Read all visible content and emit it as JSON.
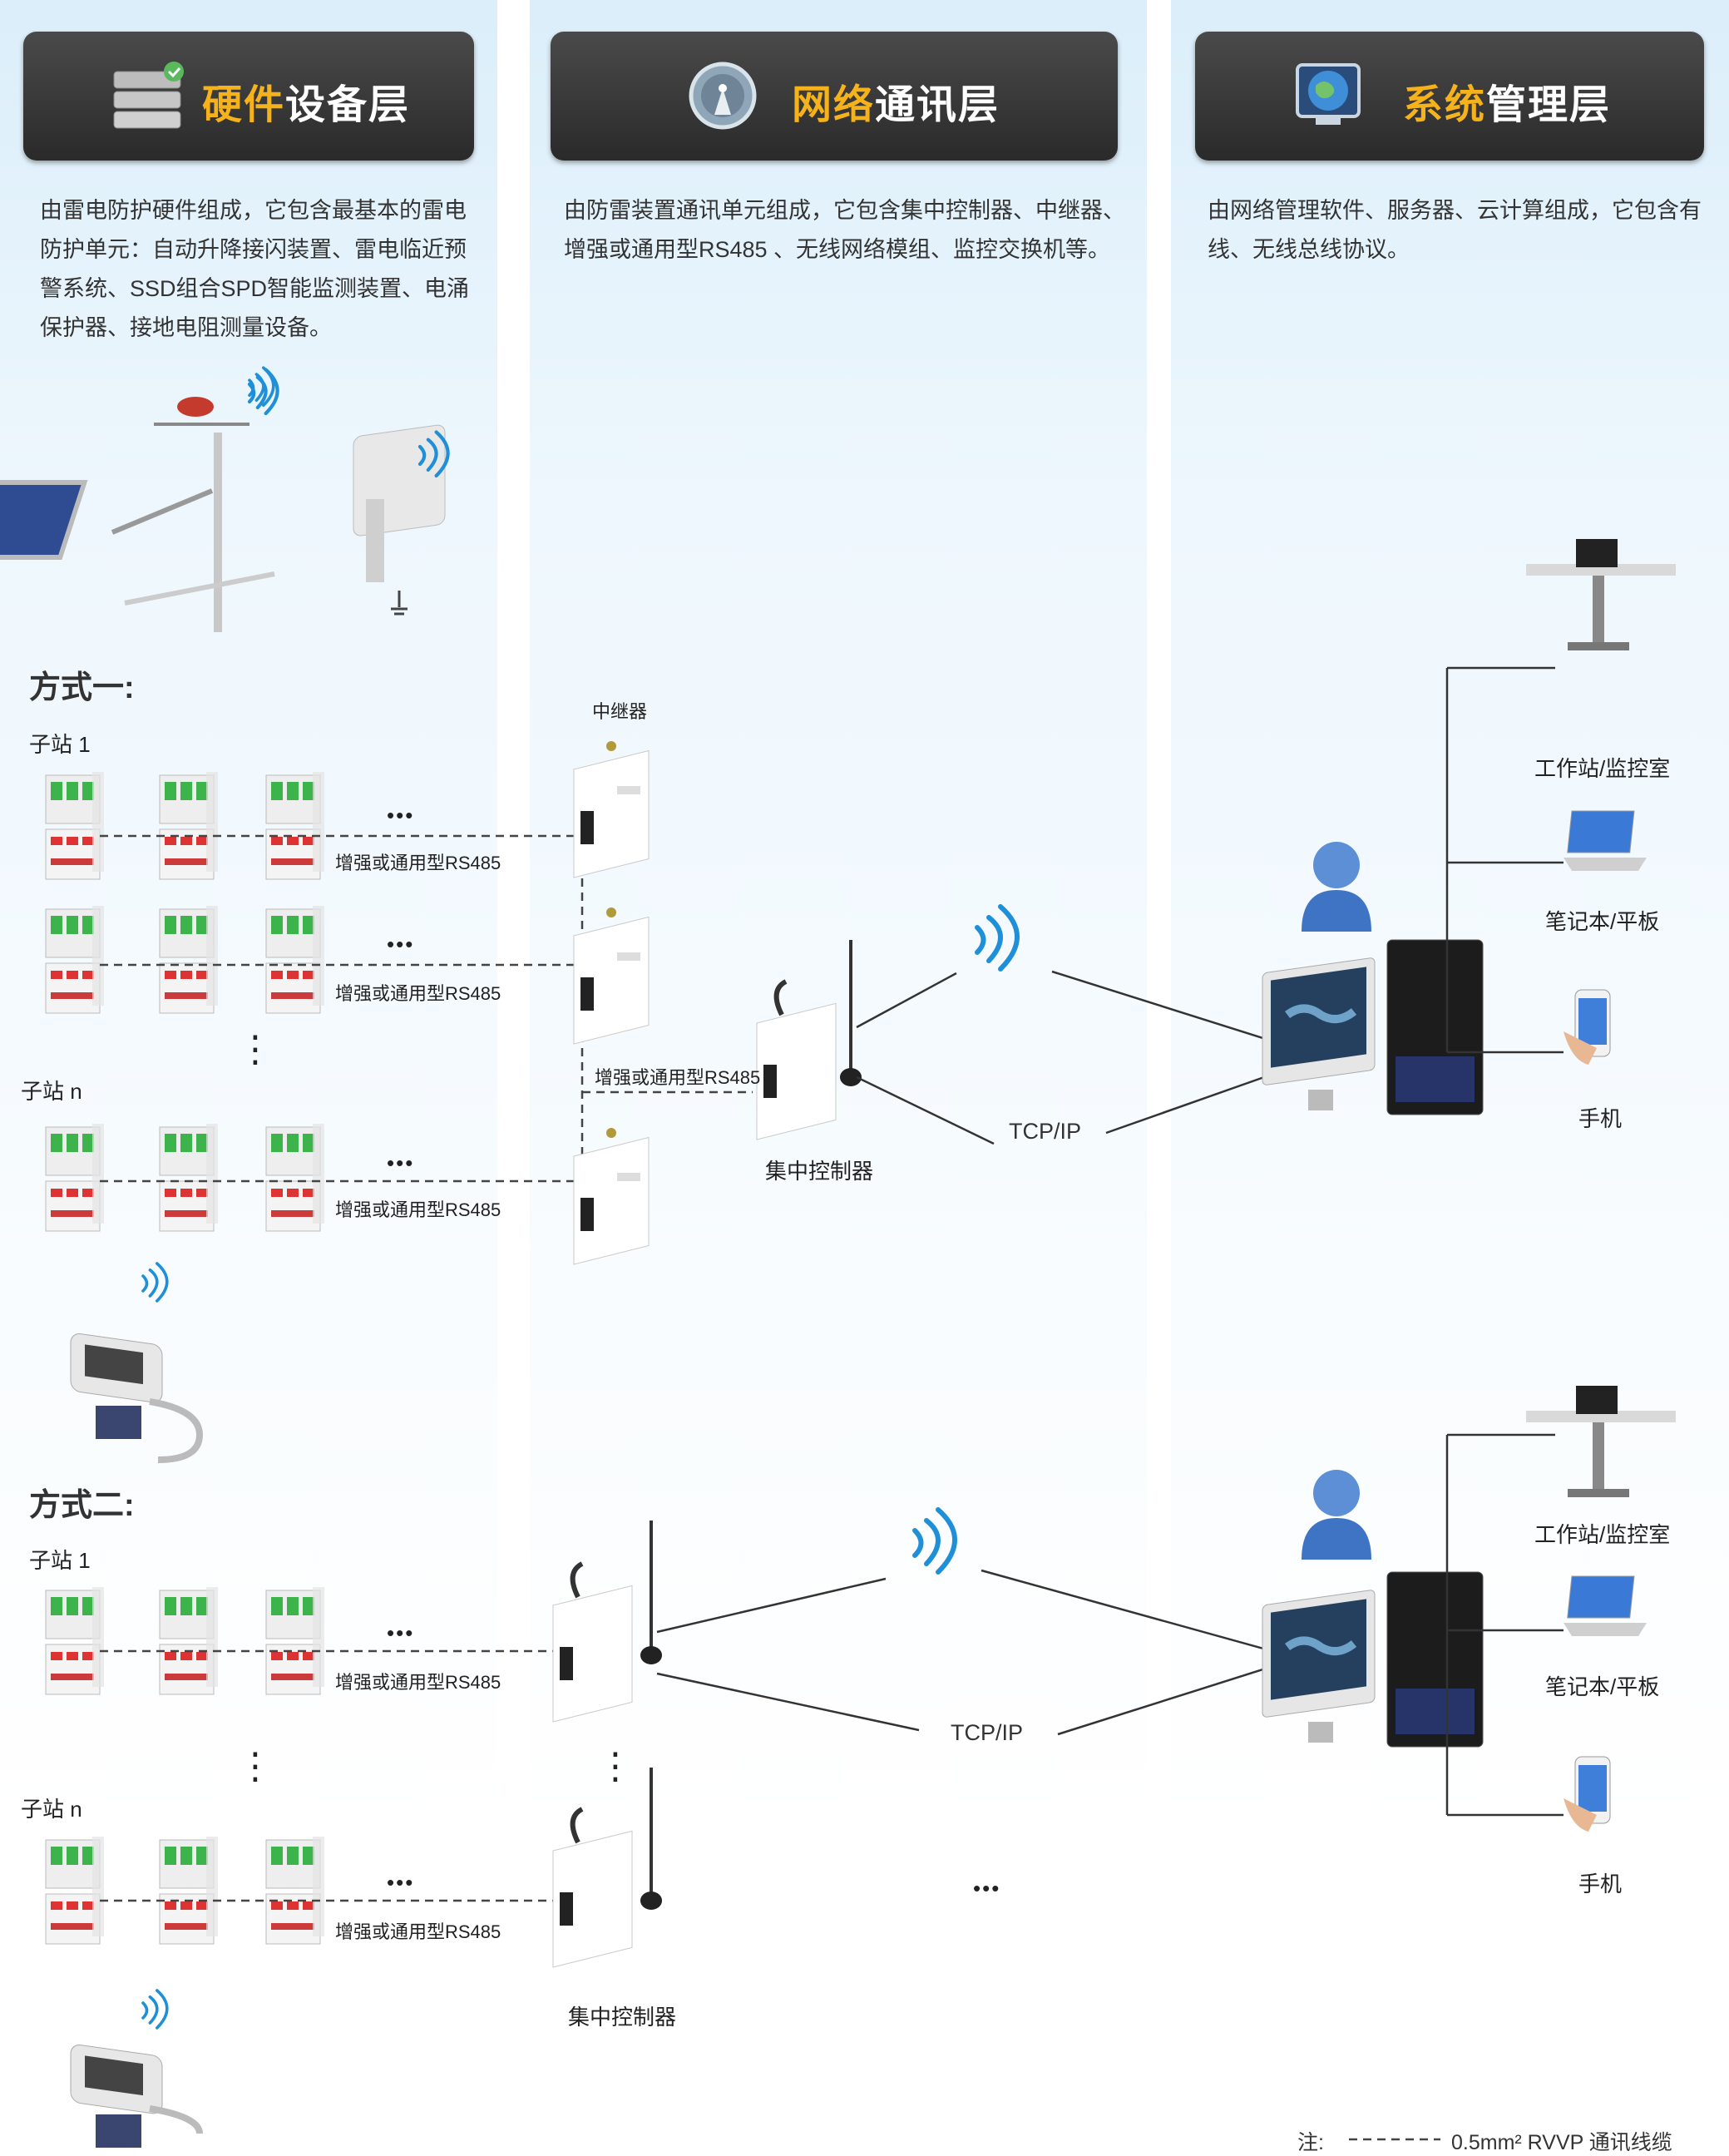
{
  "layers": {
    "hardware": {
      "title_hl": "硬件",
      "title_rest": "设备层",
      "desc": "由雷电防护硬件组成，它包含最基本的雷电防护单元：自动升降接闪装置、雷电临近预警系统、SSD组合SPD智能监测装置、电涌保护器、接地电阻测量设备。"
    },
    "network": {
      "title_hl": "网络",
      "title_rest": "通讯层",
      "desc": "由防雷装置通讯单元组成，它包含集中控制器、中继器、增强或通用型RS485 、无线网络模组、监控交换机等。"
    },
    "system": {
      "title_hl": "系统",
      "title_rest": "管理层",
      "desc": "由网络管理软件、服务器、云计算组成，它包含有线、无线总线协议。"
    }
  },
  "mode1": {
    "heading": "方式一:",
    "substation_1": "子站 1",
    "substation_n": "子站 n",
    "rs485": "增强或通用型RS485",
    "repeater": "中继器",
    "controller": "集中控制器",
    "tcpip": "TCP/IP",
    "workstation": "工作站/监控室",
    "laptop": "笔记本/平板",
    "phone": "手机",
    "ellipsis_h": "•••",
    "ellipsis_v": "⋮"
  },
  "mode2": {
    "heading": "方式二:",
    "substation_1": "子站 1",
    "substation_n": "子站 n",
    "rs485": "增强或通用型RS485",
    "controller": "集中控制器",
    "tcpip": "TCP/IP",
    "workstation": "工作站/监控室",
    "laptop": "笔记本/平板",
    "phone": "手机",
    "ellipsis_h": "•••",
    "ellipsis_v": "⋮"
  },
  "footnote": {
    "prefix": "注:",
    "text": "0.5mm² RVVP 通讯线缆"
  },
  "colors": {
    "panel": "#333333",
    "accent": "#f5b21a",
    "column_bg": "#dbeefa",
    "line": "#444444"
  }
}
